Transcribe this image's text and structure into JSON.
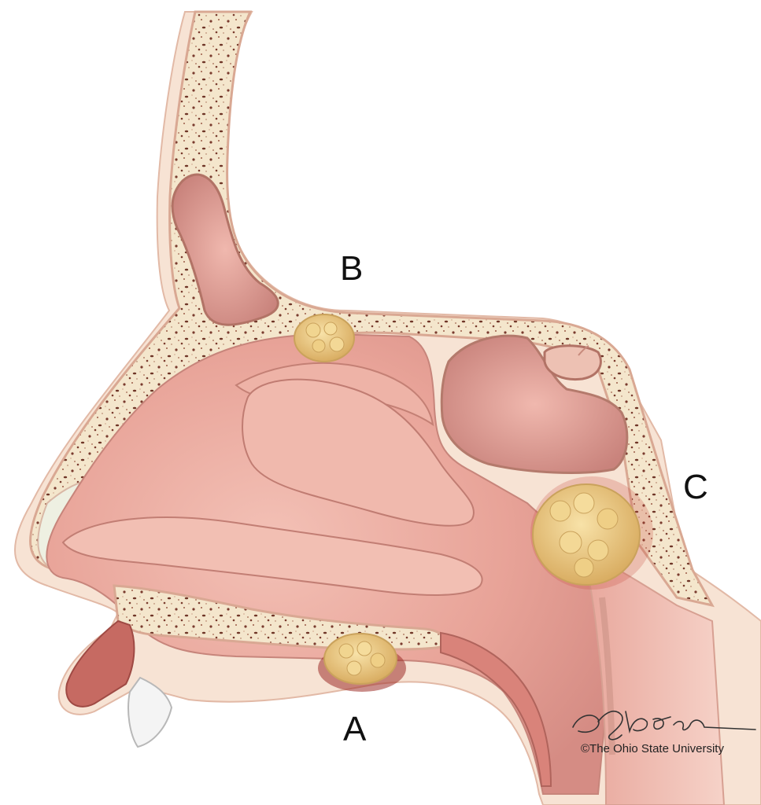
{
  "labels": {
    "a": "A",
    "b": "B",
    "c": "C"
  },
  "credit": "©The Ohio State University",
  "signature": "A S Baker",
  "colors": {
    "bone": "#f4e6cc",
    "bone_edge": "#d9a893",
    "mucosa": "#e8a89e",
    "mucosa_dark": "#c97e78",
    "tumor": "#e8c985",
    "cavity": "#c98c88"
  }
}
